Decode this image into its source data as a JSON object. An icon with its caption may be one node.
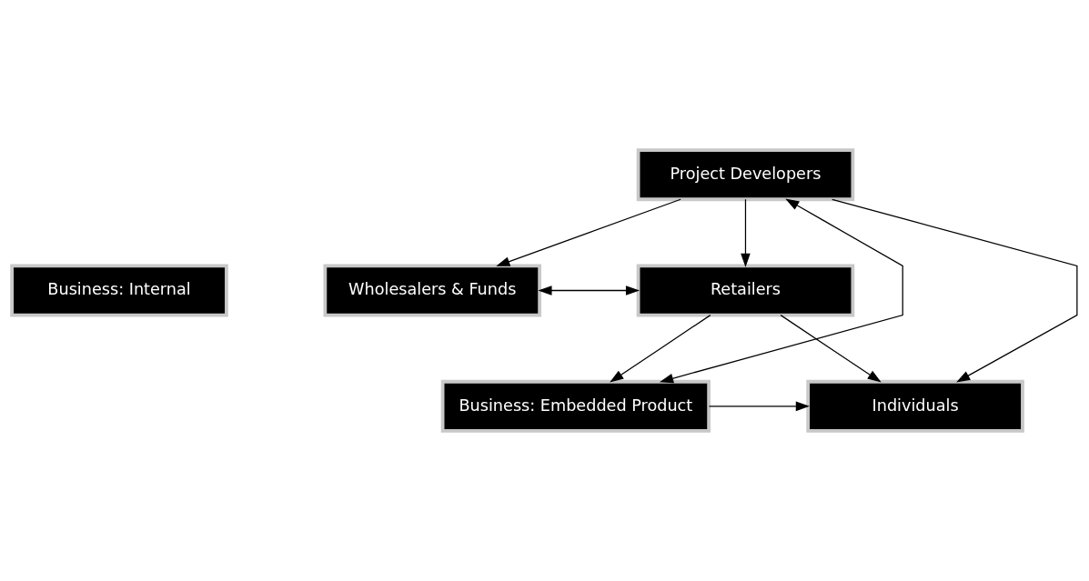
{
  "diagram": {
    "nodes": [
      {
        "text": [
          "Project Developers"
        ]
      },
      {
        "text": [
          "Wholesalers & Funds"
        ]
      },
      {
        "text": [
          "Retailers"
        ]
      },
      {
        "text": [
          "Business: Internal"
        ]
      },
      {
        "text": [
          "Business: Embedded Product"
        ]
      },
      {
        "text": [
          "Individuals"
        ]
      }
    ],
    "edges": [
      {
        "from": 0,
        "to": 1,
        "arrow": "to"
      },
      {
        "from": 0,
        "to": 2,
        "arrow": "to"
      },
      {
        "from": 1,
        "to": 2,
        "arrow": "both"
      },
      {
        "from": 2,
        "to": 4,
        "arrow": "to"
      },
      {
        "from": 2,
        "to": 5,
        "arrow": "to"
      },
      {
        "from": 0,
        "to": 5,
        "arrow": "to"
      },
      {
        "from": 4,
        "to": 5,
        "arrow": "to"
      },
      {
        "from": 4,
        "to": 0,
        "arrow": "both"
      }
    ]
  }
}
